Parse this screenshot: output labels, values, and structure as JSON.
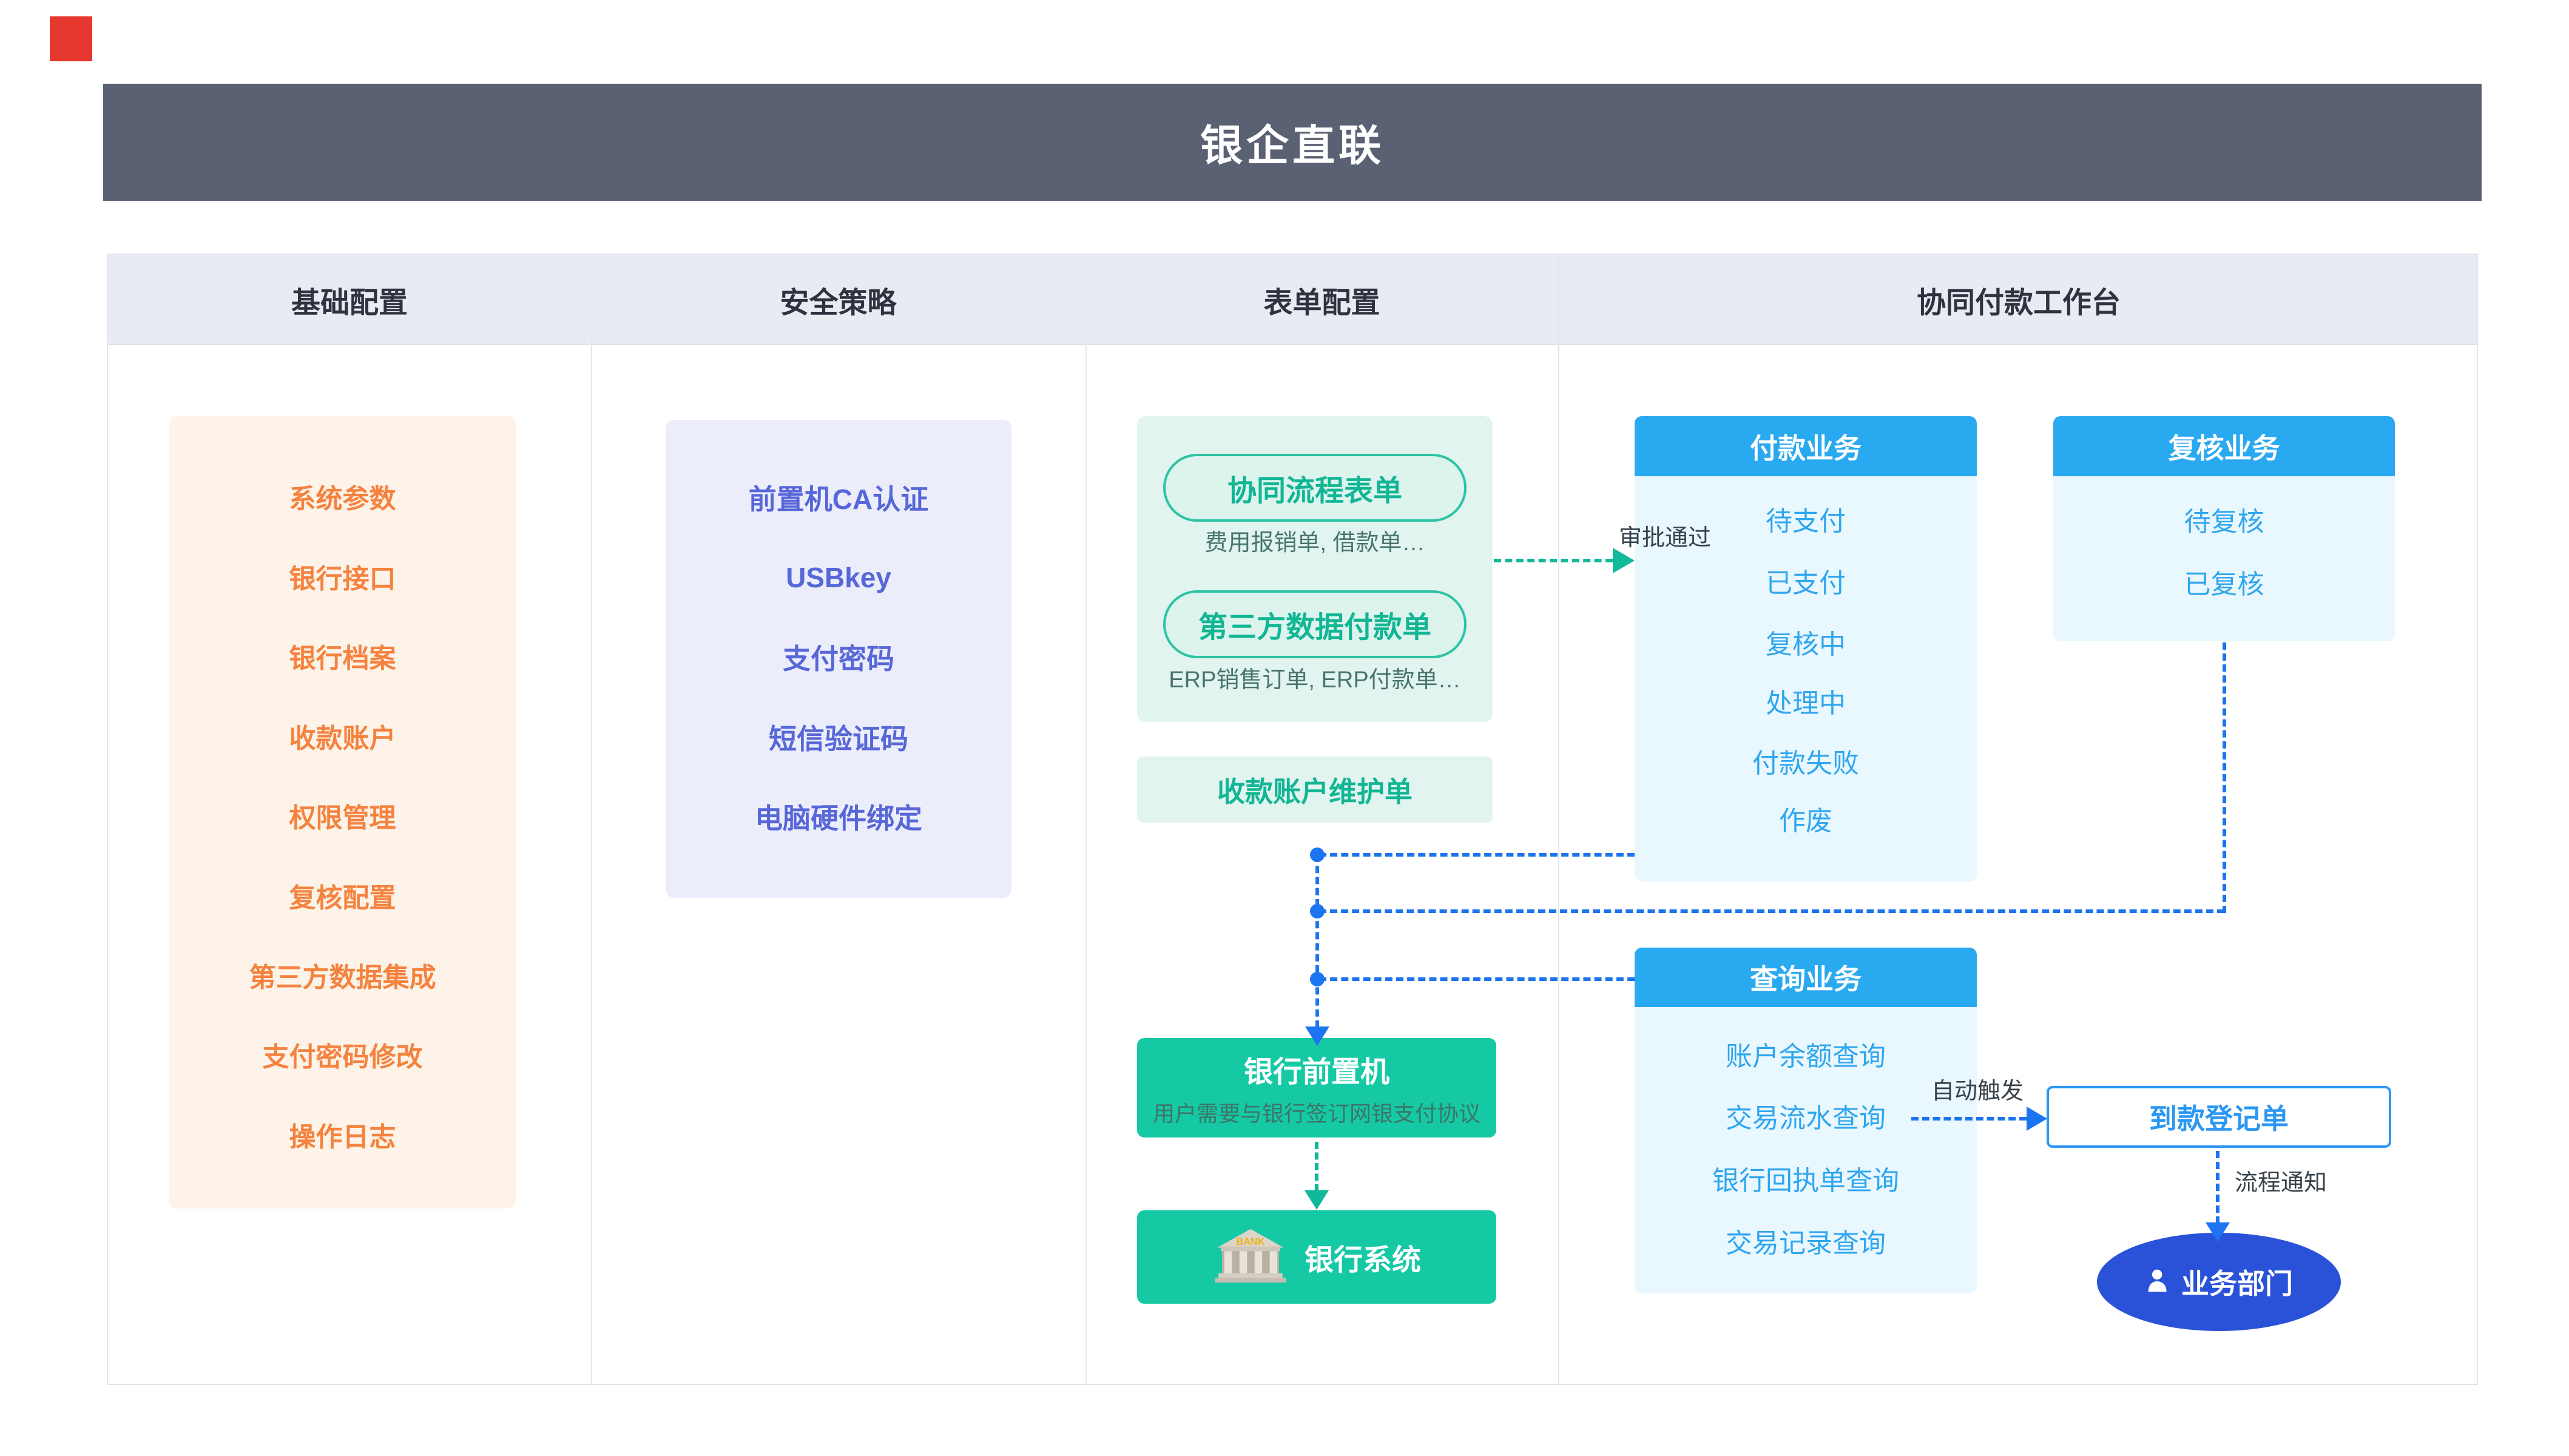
{
  "page": {
    "title": "银企直联"
  },
  "columns": {
    "basic": {
      "header": "基础配置",
      "items": [
        "系统参数",
        "银行接口",
        "银行档案",
        "收款账户",
        "权限管理",
        "复核配置",
        "第三方数据集成",
        "支付密码修改",
        "操作日志"
      ]
    },
    "security": {
      "header": "安全策略",
      "items": [
        "前置机CA认证",
        "USBkey",
        "支付密码",
        "短信验证码",
        "电脑硬件绑定"
      ]
    },
    "forms": {
      "header": "表单配置",
      "pill1": {
        "label": "协同流程表单",
        "caption": "费用报销单, 借款单…"
      },
      "pill2": {
        "label": "第三方数据付款单",
        "caption": "ERP销售订单, ERP付款单…"
      },
      "maintenance_form": "收款账户维护单",
      "front_processor": {
        "title": "银行前置机",
        "caption": "用户需要与银行签订网银支付协议"
      },
      "bank_system": {
        "title": "银行系统",
        "icon": "bank-building-icon",
        "icon_text": "BANK"
      }
    },
    "workbench": {
      "header": "协同付款工作台",
      "payment": {
        "title": "付款业务",
        "items": [
          "待支付",
          "已支付",
          "复核中",
          "处理中",
          "付款失败",
          "作废"
        ]
      },
      "review": {
        "title": "复核业务",
        "items": [
          "待复核",
          "已复核"
        ]
      },
      "query": {
        "title": "查询业务",
        "items": [
          "账户余额查询",
          "交易流水查询",
          "银行回执单查询",
          "交易记录查询"
        ]
      },
      "receipt_form": "到款登记单",
      "business_dept": {
        "label": "业务部门",
        "icon": "person-icon"
      }
    }
  },
  "flow_labels": {
    "approve": "审批通过",
    "auto_trigger": "自动触发",
    "notify": "流程通知"
  },
  "colors": {
    "titlebar": "#5a6173",
    "band": "#e9ebf2",
    "orange": "#f5823e",
    "orange_bg": "#fdf3e8",
    "indigo": "#5767d8",
    "indigo_bg": "#ecedfb",
    "teal": "#12b594",
    "teal_bg": "#e2f4ef",
    "teal_solid": "#16c9a5",
    "blue_header": "#29a9f0",
    "blue_bg": "#e9f7fe",
    "dash_blue": "#1c74f0",
    "receipt_blue": "#2b97f2",
    "dept_blue": "#2a52d9",
    "logo_red": "#e6382e"
  }
}
